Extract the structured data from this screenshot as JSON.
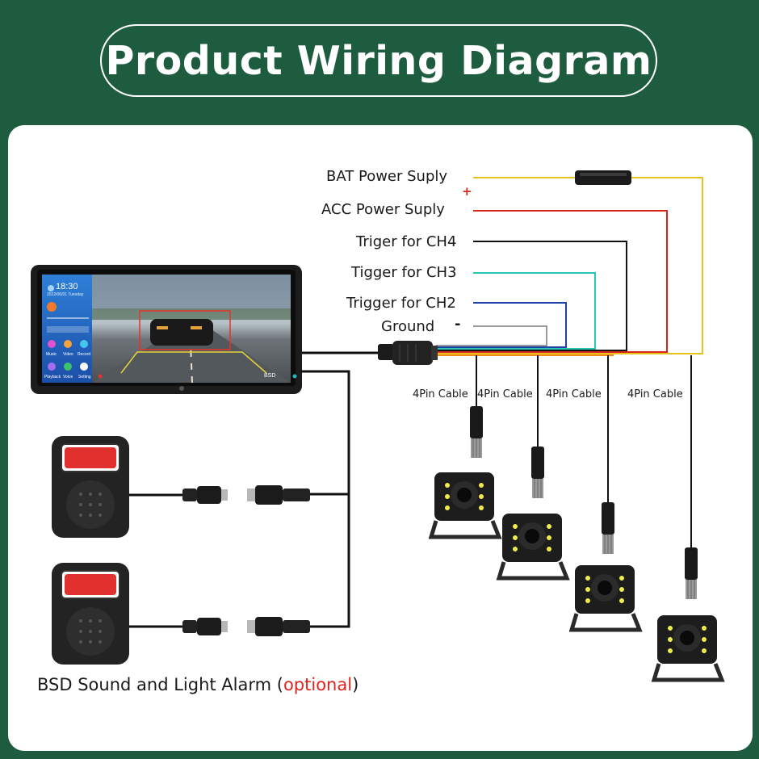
{
  "header": {
    "title": "Product Wiring Diagram"
  },
  "wires": {
    "bat": "BAT Power Suply",
    "acc": "ACC Power Suply",
    "ch4": "Triger for CH4",
    "ch3": "Tigger for CH3",
    "ch2": "Trigger for CH2",
    "ground": "Ground",
    "plus_sign": "+",
    "minus_sign": "-"
  },
  "cables": [
    "4Pin Cable",
    "4Pin Cable",
    "4Pin Cable",
    "4Pin Cable"
  ],
  "monitor": {
    "time": "18:30",
    "date": "2022/06/01 Tuesday",
    "apps": [
      "Music",
      "Video",
      "Record",
      "Playback",
      "Voice",
      "Setting"
    ],
    "bsd_tag": "BSD"
  },
  "alarm": {
    "caption_text": "BSD Sound and Light Alarm ",
    "paren_open": "(",
    "optional": "optional",
    "paren_close": ")"
  },
  "colors": {
    "background": "#1e5c40",
    "bat_wire": "#e8c21c",
    "acc_wire": "#d9261c",
    "ch4_wire": "#111111",
    "ch3_wire": "#27c7b3",
    "ch2_wire": "#1e3fa6",
    "ground_wire": "#9a9a9a",
    "accent_red": "#e0231c"
  }
}
